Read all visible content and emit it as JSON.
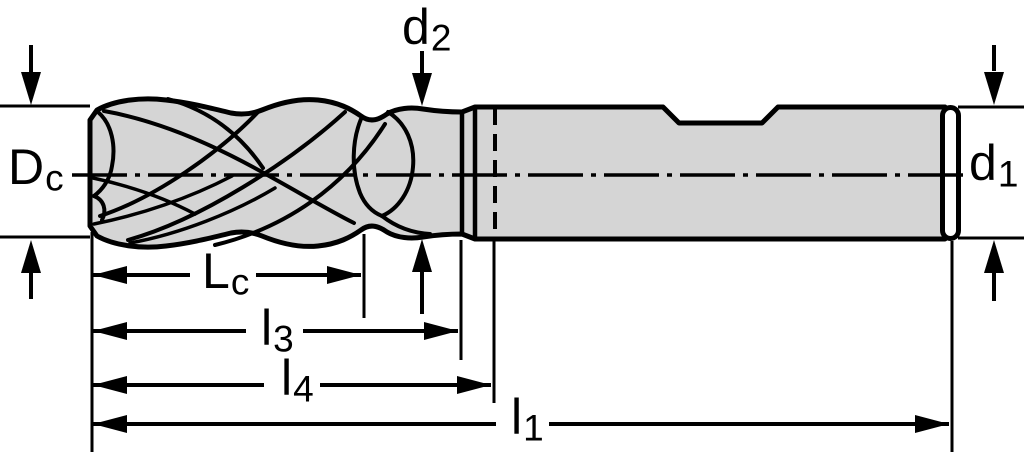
{
  "diagram": {
    "type": "technical-drawing",
    "subject": "solid-end-mill-side-view",
    "colors": {
      "background": "#ffffff",
      "body_fill": "#d5d5d5",
      "end_face_fill": "#ffffff",
      "line_color": "#000000"
    },
    "labels": {
      "Dc": {
        "base": "D",
        "sub": "c"
      },
      "d2": {
        "base": "d",
        "sub": "2"
      },
      "d1": {
        "base": "d",
        "sub": "1"
      },
      "Lc": {
        "base": "L",
        "sub": "c"
      },
      "l3": {
        "base": "l",
        "sub": "3"
      },
      "l4": {
        "base": "l",
        "sub": "4"
      },
      "l1": {
        "base": "l",
        "sub": "1"
      }
    }
  }
}
